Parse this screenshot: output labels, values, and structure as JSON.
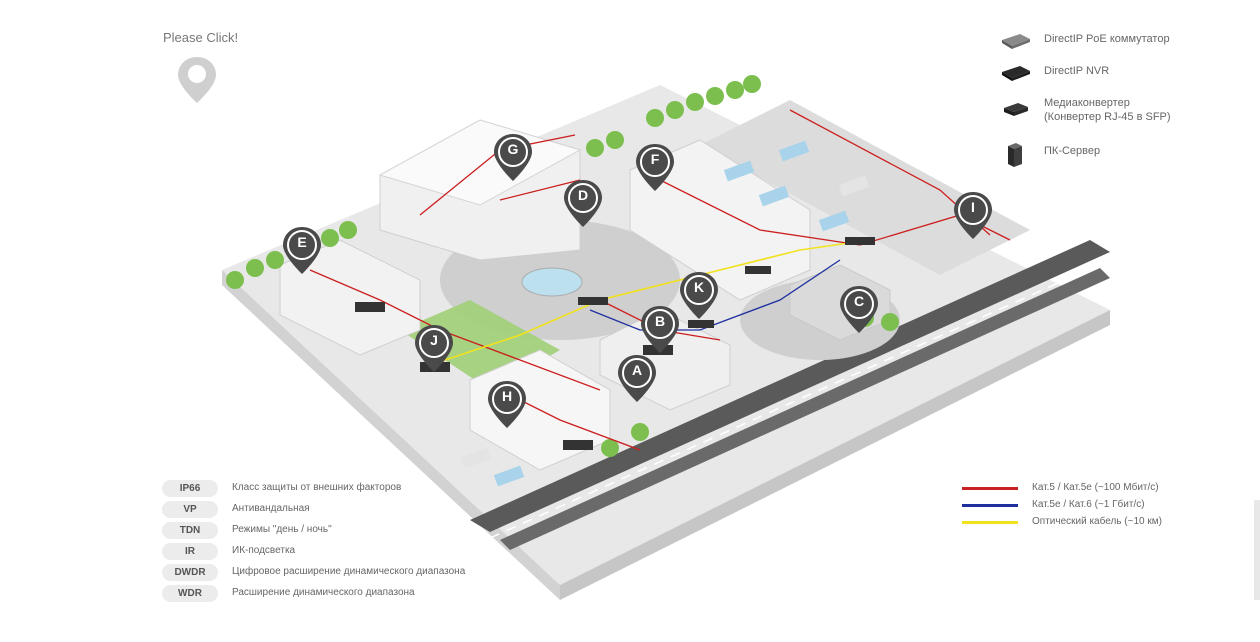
{
  "hint": {
    "label": "Please Click!"
  },
  "markers": [
    {
      "id": "marker-g",
      "letter": "G"
    },
    {
      "id": "marker-f",
      "letter": "F"
    },
    {
      "id": "marker-d",
      "letter": "D"
    },
    {
      "id": "marker-e",
      "letter": "E"
    },
    {
      "id": "marker-i",
      "letter": "I"
    },
    {
      "id": "marker-k",
      "letter": "K"
    },
    {
      "id": "marker-c",
      "letter": "C"
    },
    {
      "id": "marker-b",
      "letter": "B"
    },
    {
      "id": "marker-j",
      "letter": "J"
    },
    {
      "id": "marker-a",
      "letter": "A"
    },
    {
      "id": "marker-h",
      "letter": "H"
    }
  ],
  "device_legend": [
    {
      "icon": "poe-switch-icon",
      "label": "DirectIP PoE коммутатор"
    },
    {
      "icon": "nvr-icon",
      "label": "DirectIP NVR"
    },
    {
      "icon": "media-converter-icon",
      "label": "Медиаконвертер",
      "sublabel": "(Конвертер RJ-45 в SFP)"
    },
    {
      "icon": "server-icon",
      "label": "ПК-Сервер"
    }
  ],
  "features": [
    {
      "code": "IP66",
      "desc": "Класс защиты от внешних факторов"
    },
    {
      "code": "VP",
      "desc": "Антивандальная"
    },
    {
      "code": "TDN",
      "desc": "Режимы \"день / ночь\""
    },
    {
      "code": "IR",
      "desc": "ИК-подсветка"
    },
    {
      "code": "DWDR",
      "desc": "Цифровое расширение динамического диапазона"
    },
    {
      "code": "WDR",
      "desc": "Расширение динамического диапазона"
    }
  ],
  "cable_legend": [
    {
      "color": "#cc1f1f",
      "label": "Кат.5 / Кат.5e (~100 Мбит/с)"
    },
    {
      "color": "#1f2f9e",
      "label": "Кат.5e / Кат.6 (~1 Гбит/с)"
    },
    {
      "color": "#f2e21e",
      "label": "Оптический кабель (~10 км)"
    }
  ],
  "colors": {
    "marker": "#4a4a4a",
    "cable_red": "#cc1f1f",
    "cable_blue": "#1f2f9e",
    "cable_yellow": "#f2e21e"
  }
}
